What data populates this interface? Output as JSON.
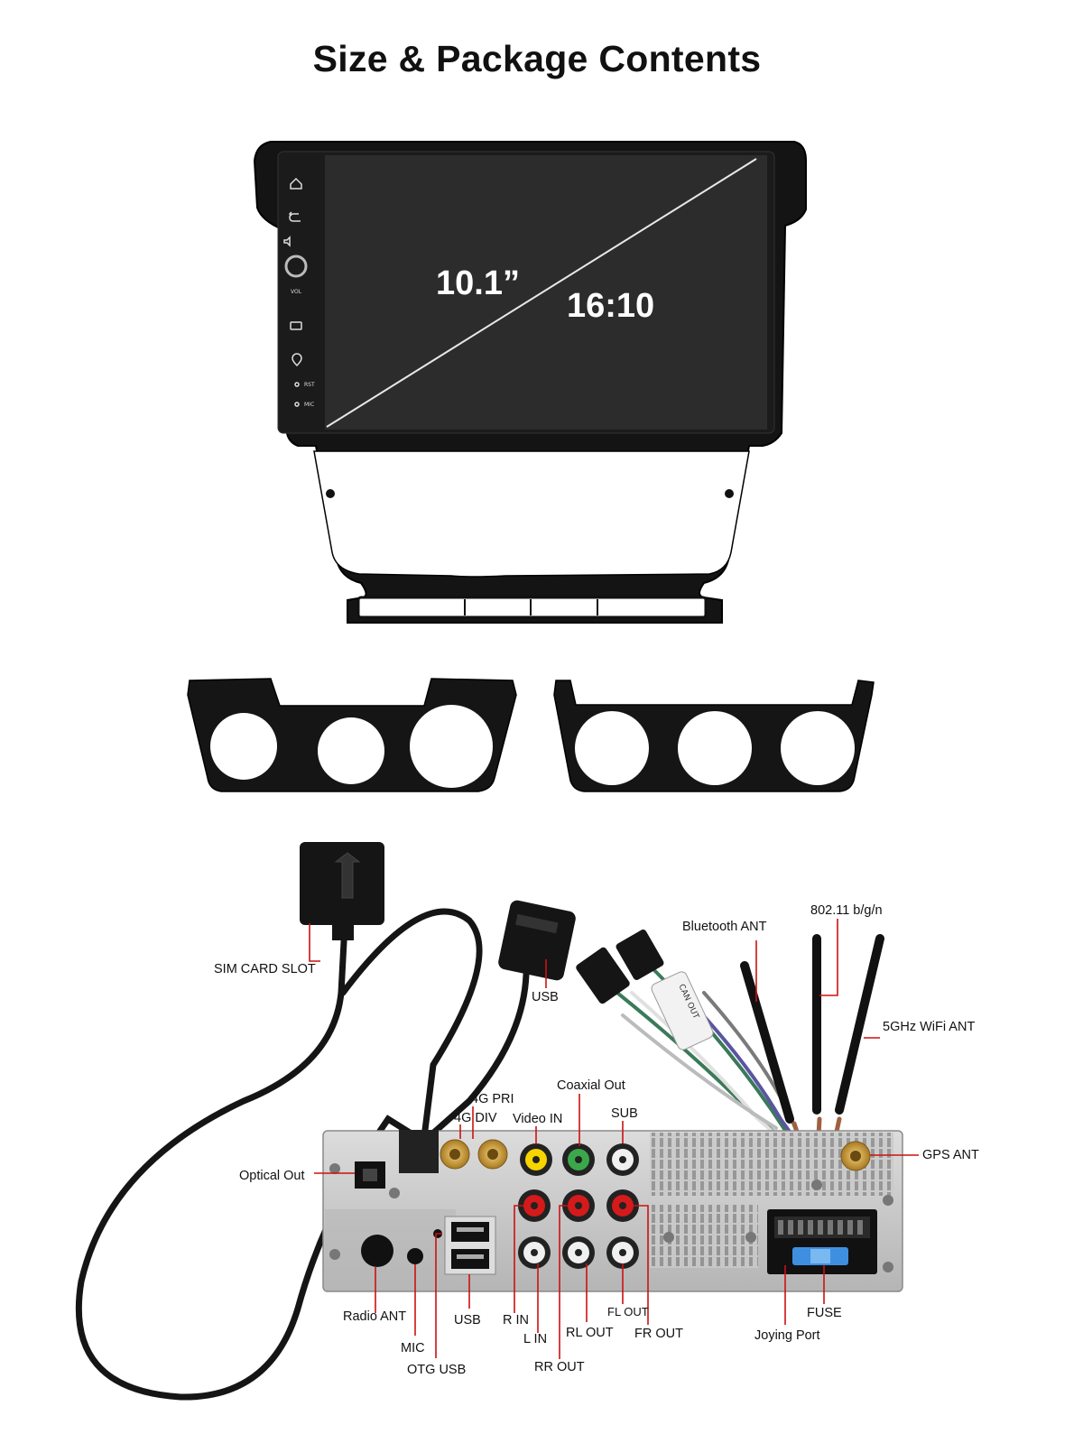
{
  "page": {
    "title": "Size & Package Contents"
  },
  "screen": {
    "size_label": "10.1”",
    "ratio_label": "16:10",
    "rst_label": "RST",
    "mic_label": "MIC",
    "vol_label": "VOL"
  },
  "cable_tag": "CAN OUT",
  "labels": {
    "sim_card_slot": "SIM CARD SLOT",
    "usb_top": "USB",
    "bluetooth_ant": "Bluetooth ANT",
    "wifi_24": "802.11 b/g/n",
    "wifi_5": "5GHz WiFi ANT",
    "coaxial_out": "Coaxial Out",
    "g4_pri": "4G PRI",
    "g4_div": "4G DIV",
    "video_in": "Video IN",
    "sub": "SUB",
    "optical_out": "Optical Out",
    "gps_ant": "GPS ANT",
    "radio_ant": "Radio ANT",
    "usb_bottom": "USB",
    "r_in": "R IN",
    "l_in": "L IN",
    "fl_out": "FL OUT",
    "rl_out": "RL OUT",
    "fr_out": "FR OUT",
    "rr_out": "RR OUT",
    "mic": "MIC",
    "otg_usb": "OTG USB",
    "fuse": "FUSE",
    "joying_port": "Joying Port"
  },
  "colors": {
    "callout_line": "#cc1111",
    "frame": "#141414",
    "screen": "#2a2a2a",
    "chassis": "#c8c8c8"
  }
}
